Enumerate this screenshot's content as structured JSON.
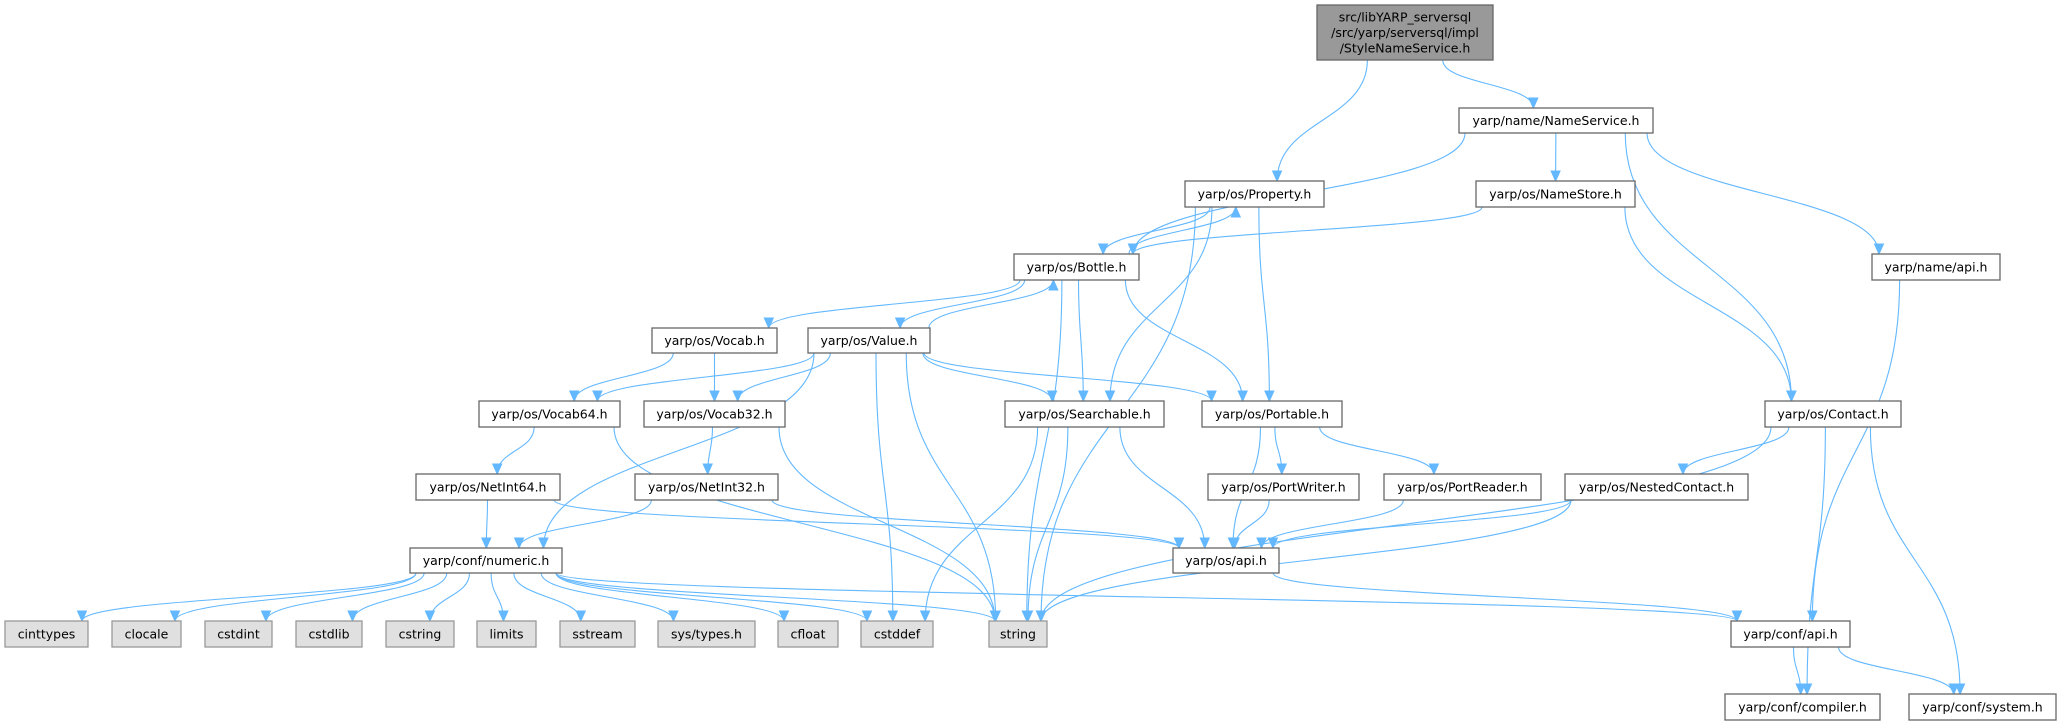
{
  "graph": {
    "nodes": [
      {
        "id": "root",
        "lines": [
          "src/libYARP_serversql",
          "/src/yarp/serversql/impl",
          "/StyleNameService.h"
        ],
        "kind": "root"
      },
      {
        "id": "nameservice",
        "lines": [
          "yarp/name/NameService.h"
        ]
      },
      {
        "id": "property",
        "lines": [
          "yarp/os/Property.h"
        ]
      },
      {
        "id": "namestore",
        "lines": [
          "yarp/os/NameStore.h"
        ]
      },
      {
        "id": "bottle",
        "lines": [
          "yarp/os/Bottle.h"
        ]
      },
      {
        "id": "nameapi",
        "lines": [
          "yarp/name/api.h"
        ]
      },
      {
        "id": "vocab",
        "lines": [
          "yarp/os/Vocab.h"
        ]
      },
      {
        "id": "value",
        "lines": [
          "yarp/os/Value.h"
        ]
      },
      {
        "id": "vocab64",
        "lines": [
          "yarp/os/Vocab64.h"
        ]
      },
      {
        "id": "vocab32",
        "lines": [
          "yarp/os/Vocab32.h"
        ]
      },
      {
        "id": "searchable",
        "lines": [
          "yarp/os/Searchable.h"
        ]
      },
      {
        "id": "portable",
        "lines": [
          "yarp/os/Portable.h"
        ]
      },
      {
        "id": "contact",
        "lines": [
          "yarp/os/Contact.h"
        ]
      },
      {
        "id": "netint64",
        "lines": [
          "yarp/os/NetInt64.h"
        ]
      },
      {
        "id": "netint32",
        "lines": [
          "yarp/os/NetInt32.h"
        ]
      },
      {
        "id": "portwriter",
        "lines": [
          "yarp/os/PortWriter.h"
        ]
      },
      {
        "id": "portreader",
        "lines": [
          "yarp/os/PortReader.h"
        ]
      },
      {
        "id": "nestedcontact",
        "lines": [
          "yarp/os/NestedContact.h"
        ]
      },
      {
        "id": "numeric",
        "lines": [
          "yarp/conf/numeric.h"
        ]
      },
      {
        "id": "osapi",
        "lines": [
          "yarp/os/api.h"
        ]
      },
      {
        "id": "cinttypes",
        "lines": [
          "cinttypes"
        ],
        "kind": "sys"
      },
      {
        "id": "clocale",
        "lines": [
          "clocale"
        ],
        "kind": "sys"
      },
      {
        "id": "cstdint",
        "lines": [
          "cstdint"
        ],
        "kind": "sys"
      },
      {
        "id": "cstdlib",
        "lines": [
          "cstdlib"
        ],
        "kind": "sys"
      },
      {
        "id": "cstring",
        "lines": [
          "cstring"
        ],
        "kind": "sys"
      },
      {
        "id": "limits",
        "lines": [
          "limits"
        ],
        "kind": "sys"
      },
      {
        "id": "sstream",
        "lines": [
          "sstream"
        ],
        "kind": "sys"
      },
      {
        "id": "systypes",
        "lines": [
          "sys/types.h"
        ],
        "kind": "sys"
      },
      {
        "id": "cfloat",
        "lines": [
          "cfloat"
        ],
        "kind": "sys"
      },
      {
        "id": "cstddef",
        "lines": [
          "cstddef"
        ],
        "kind": "sys"
      },
      {
        "id": "string",
        "lines": [
          "string"
        ],
        "kind": "sys"
      },
      {
        "id": "confapi",
        "lines": [
          "yarp/conf/api.h"
        ]
      },
      {
        "id": "compiler",
        "lines": [
          "yarp/conf/compiler.h"
        ]
      },
      {
        "id": "system",
        "lines": [
          "yarp/conf/system.h"
        ]
      }
    ],
    "edges": [
      [
        "root",
        "nameservice"
      ],
      [
        "root",
        "property"
      ],
      [
        "nameservice",
        "bottle"
      ],
      [
        "nameservice",
        "namestore"
      ],
      [
        "nameservice",
        "contact"
      ],
      [
        "nameservice",
        "nameapi"
      ],
      [
        "property",
        "bottle"
      ],
      [
        "property",
        "searchable"
      ],
      [
        "property",
        "portable"
      ],
      [
        "property",
        "string"
      ],
      [
        "namestore",
        "bottle"
      ],
      [
        "namestore",
        "contact"
      ],
      [
        "bottle",
        "property"
      ],
      [
        "bottle",
        "vocab"
      ],
      [
        "bottle",
        "value"
      ],
      [
        "bottle",
        "string"
      ],
      [
        "bottle",
        "searchable"
      ],
      [
        "bottle",
        "portable"
      ],
      [
        "nameapi",
        "confapi"
      ],
      [
        "vocab",
        "vocab64"
      ],
      [
        "vocab",
        "vocab32"
      ],
      [
        "value",
        "bottle"
      ],
      [
        "value",
        "numeric"
      ],
      [
        "value",
        "vocab64"
      ],
      [
        "value",
        "vocab32"
      ],
      [
        "value",
        "cstddef"
      ],
      [
        "value",
        "string"
      ],
      [
        "value",
        "searchable"
      ],
      [
        "value",
        "portable"
      ],
      [
        "vocab64",
        "netint64"
      ],
      [
        "vocab64",
        "string"
      ],
      [
        "vocab32",
        "netint32"
      ],
      [
        "vocab32",
        "string"
      ],
      [
        "searchable",
        "cstddef"
      ],
      [
        "searchable",
        "string"
      ],
      [
        "searchable",
        "osapi"
      ],
      [
        "portable",
        "osapi"
      ],
      [
        "portable",
        "portwriter"
      ],
      [
        "portable",
        "portreader"
      ],
      [
        "contact",
        "nestedcontact"
      ],
      [
        "contact",
        "string"
      ],
      [
        "contact",
        "compiler"
      ],
      [
        "contact",
        "system"
      ],
      [
        "netint64",
        "numeric"
      ],
      [
        "netint64",
        "osapi"
      ],
      [
        "netint32",
        "numeric"
      ],
      [
        "netint32",
        "osapi"
      ],
      [
        "portwriter",
        "osapi"
      ],
      [
        "portreader",
        "osapi"
      ],
      [
        "nestedcontact",
        "osapi"
      ],
      [
        "nestedcontact",
        "string"
      ],
      [
        "numeric",
        "cinttypes"
      ],
      [
        "numeric",
        "clocale"
      ],
      [
        "numeric",
        "cstdint"
      ],
      [
        "numeric",
        "cstdlib"
      ],
      [
        "numeric",
        "cstring"
      ],
      [
        "numeric",
        "limits"
      ],
      [
        "numeric",
        "sstream"
      ],
      [
        "numeric",
        "systypes"
      ],
      [
        "numeric",
        "cfloat"
      ],
      [
        "numeric",
        "cstddef"
      ],
      [
        "numeric",
        "string"
      ],
      [
        "numeric",
        "confapi"
      ],
      [
        "osapi",
        "confapi"
      ],
      [
        "confapi",
        "compiler"
      ],
      [
        "confapi",
        "system"
      ]
    ]
  },
  "colors": {
    "edge": "#63b8ff",
    "root_fill": "#999999",
    "system_fill": "#e0e0e0"
  }
}
